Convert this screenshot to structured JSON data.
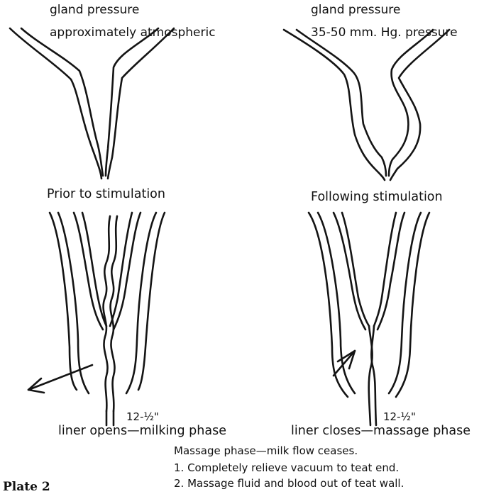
{
  "top_left": {
    "label_line1": "gland pressure",
    "label_line2": "approximately atmospheric",
    "caption": "Prior to stimulation"
  },
  "top_right": {
    "label_line1": "gland pressure",
    "label_line2": "35-50 mm. Hg. pressure",
    "caption": "Following stimulation"
  },
  "bottom_left": {
    "measure": "12-½\"",
    "caption": "liner opens—milking phase"
  },
  "bottom_right": {
    "measure": "12-½\"",
    "caption": "liner closes—massage phase"
  },
  "notes": {
    "heading": "Massage phase—milk flow ceases.",
    "item1": "1.  Completely relieve vacuum to teat end.",
    "item2": "2.  Massage fluid and blood out of teat wall."
  },
  "plate_label": "Plate 2"
}
